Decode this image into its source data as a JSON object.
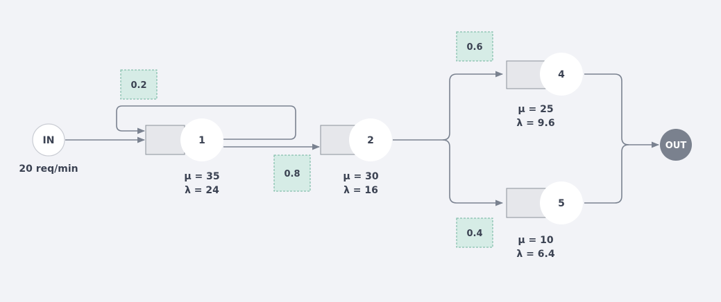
{
  "source": {
    "label": "IN",
    "rate_label": "20 req/min"
  },
  "sink": {
    "label": "OUT"
  },
  "nodes": [
    {
      "id": "1",
      "label": "1",
      "mu": "μ = 35",
      "lambda": "λ = 24"
    },
    {
      "id": "2",
      "label": "2",
      "mu": "μ = 30",
      "lambda": "λ = 16"
    },
    {
      "id": "4",
      "label": "4",
      "mu": "μ = 25",
      "lambda": "λ = 9.6"
    },
    {
      "id": "5",
      "label": "5",
      "mu": "μ = 10",
      "lambda": "λ = 6.4"
    }
  ],
  "probabilities": {
    "feedback": "0.2",
    "forward": "0.8",
    "upper": "0.6",
    "lower": "0.4"
  },
  "colors": {
    "background": "#f2f3f7",
    "edge": "#7a8290",
    "queue_fill": "#e6e7eb",
    "queue_stroke": "#8a909a",
    "server_fill": "#ffffff",
    "prob_fill": "#d6ece6",
    "prob_stroke": "#6fb39c",
    "sink_fill": "#7a818e",
    "text": "#3b4252"
  }
}
